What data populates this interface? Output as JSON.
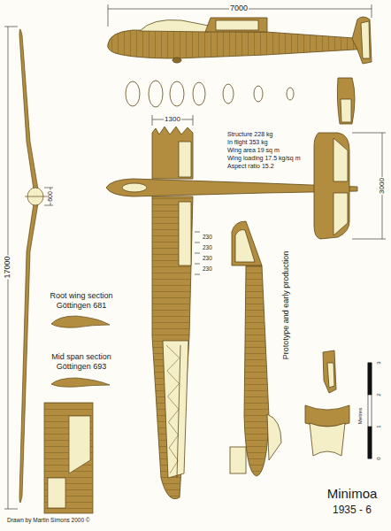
{
  "diagram": {
    "title": "Minimoa",
    "labels": [
      "7000",
      "17000",
      "600",
      "1300",
      "Structure 228 kg",
      "In flight 353 kg",
      "Wing area 19 sq m",
      "Wing loading 17.5 kg/sq m",
      "Aspect ratio 15.2",
      "3000",
      "230",
      "230",
      "230",
      "230",
      "Root wing section",
      "Göttingen 681",
      "Mid span section",
      "Göttingen 693",
      "Prototype and early production",
      "0",
      "1",
      "2",
      "3",
      "Metres",
      "1935 - 6",
      "Drawn by Martin Simons 2000 ©"
    ]
  }
}
